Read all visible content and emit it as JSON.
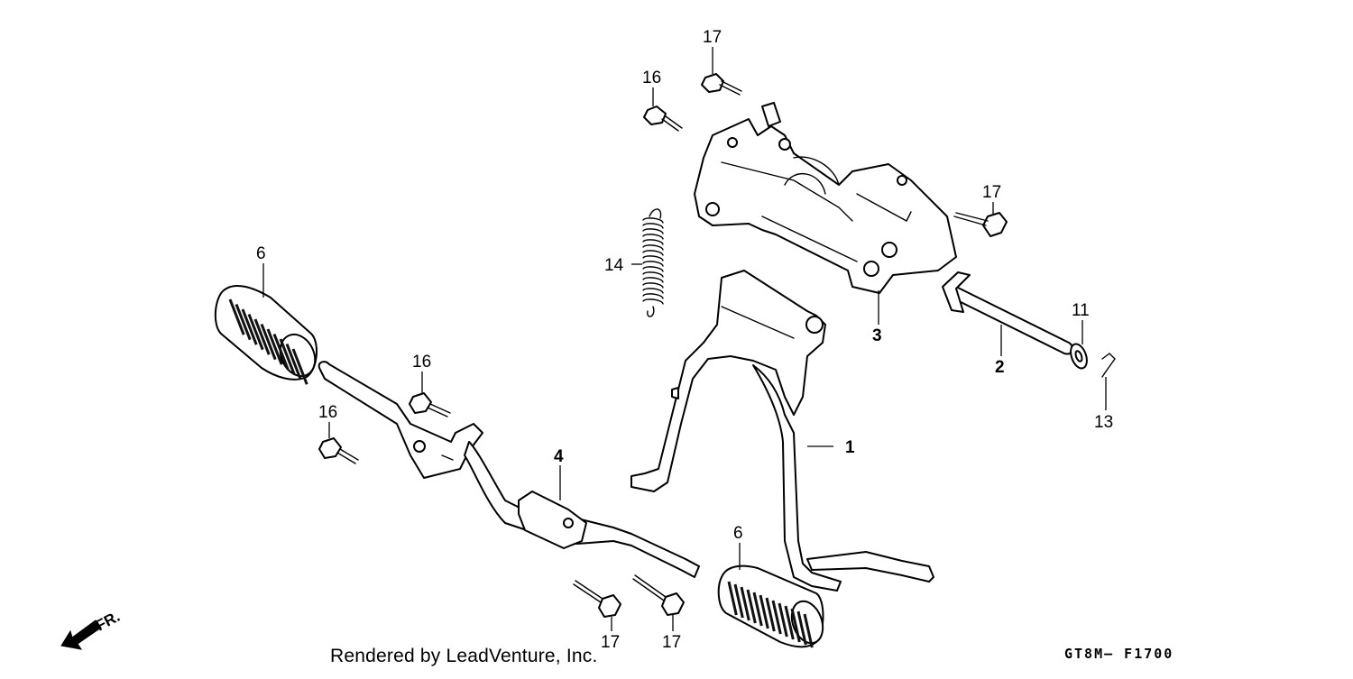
{
  "diagram": {
    "callouts": {
      "p1": "1",
      "p2": "2",
      "p3": "3",
      "p4": "4",
      "p6a": "6",
      "p6b": "6",
      "p11": "11",
      "p13": "13",
      "p14": "14",
      "p16a": "16",
      "p16b": "16",
      "p16c": "16",
      "p17a": "17",
      "p17b": "17",
      "p17c": "17",
      "p17d": "17"
    },
    "direction_label": "FR.",
    "credit": "Rendered by LeadVenture, Inc.",
    "figure_code": "GT8M— F1700"
  }
}
